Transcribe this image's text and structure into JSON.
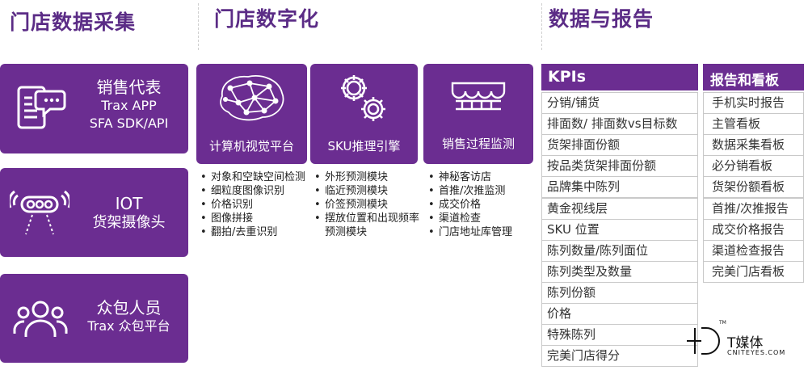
{
  "columns": {
    "collect": "门店数据采集",
    "digital": "门店数字化",
    "report": "数据与报告"
  },
  "collect_cards": [
    {
      "icon": "tablet-chat-icon",
      "title": "销售代表",
      "lines": [
        "Trax APP",
        "SFA SDK/API"
      ]
    },
    {
      "icon": "camera-icon",
      "title": "IOT",
      "lines": [
        "货架摄像头"
      ]
    },
    {
      "icon": "people-icon",
      "title": "众包人员",
      "lines": [
        "Trax 众包平台"
      ]
    }
  ],
  "tech": [
    {
      "icon": "brain-network-icon",
      "label": "计算机视觉平台",
      "bullets": [
        "对象和空缺空间检测",
        "细粒度图像识别",
        "价格识别",
        "图像拼接",
        "翻拍/去重识别"
      ]
    },
    {
      "icon": "gears-icon",
      "label": "SKU推理引擎",
      "bullets": [
        "外形预测模块",
        "临近预测模块",
        "价签预测模块",
        "摆放位置和出现频率预测模块"
      ]
    },
    {
      "icon": "store-awning-icon",
      "label": "销售过程监测",
      "bullets": [
        "神秘客访店",
        "首推/次推监测",
        "成交价格",
        "渠道检查",
        "门店地址库管理"
      ]
    }
  ],
  "kpis": {
    "header": "KPIs",
    "items": [
      "分销/铺货",
      "排面数/ 排面数vs目标数",
      "货架排面份额",
      "按品类货架排面份额",
      "品牌集中陈列",
      "黄金视线层",
      "SKU 位置",
      "陈列数量/陈列面位",
      "陈列类型及数量",
      "陈列份额",
      "价格",
      "特殊陈列",
      "完美门店得分"
    ]
  },
  "reports": {
    "header": "报告和看板",
    "items": [
      "手机实时报告",
      "主管看板",
      "数据采集看板",
      "必分销看板",
      "货架份额看板",
      "首推/次推报告",
      "成交价格报告",
      "渠道检查报告",
      "完美门店看板"
    ]
  },
  "watermark": {
    "brand": "T媒体",
    "url": "CNITEYES.COM",
    "tm": "TM"
  }
}
